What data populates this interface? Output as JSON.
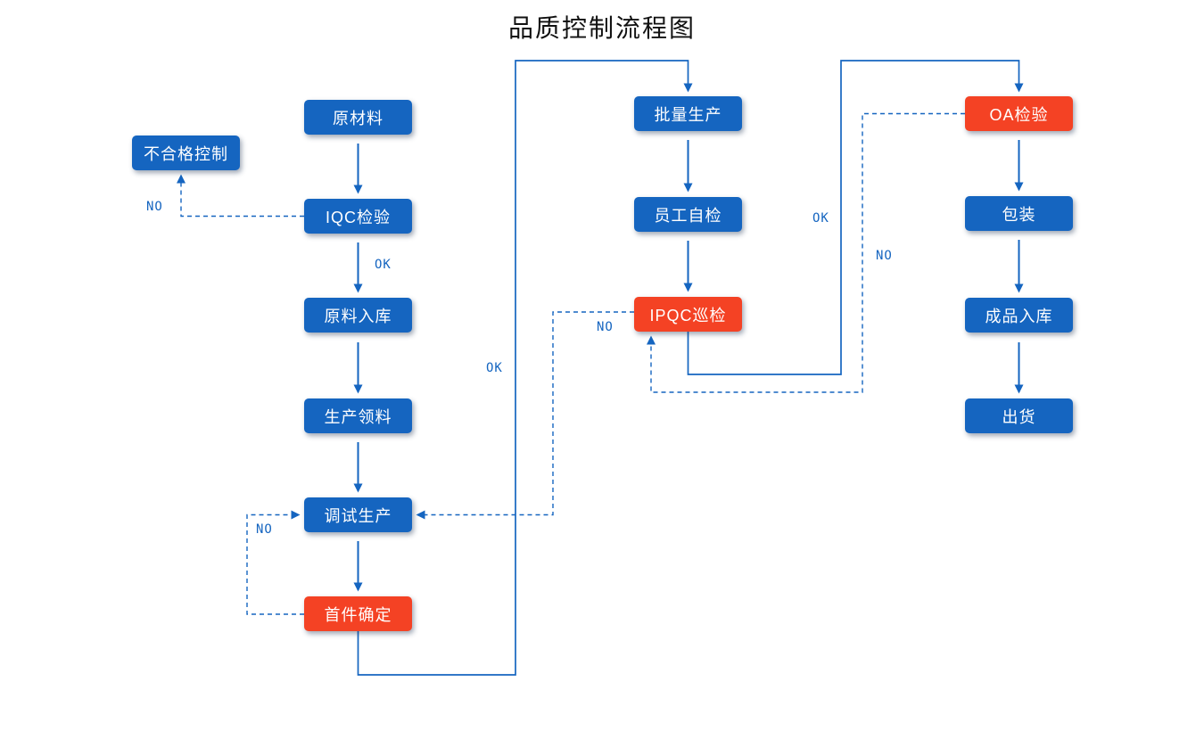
{
  "title": "品质控制流程图",
  "colors": {
    "node_blue": "#1565c0",
    "node_red": "#f44224",
    "line": "#1565c0",
    "node_text": "#ffffff",
    "title_text": "#111111",
    "background": "#ffffff"
  },
  "nodes": {
    "raw_material": {
      "label": "原材料",
      "type": "blue"
    },
    "nonconforming_control": {
      "label": "不合格控制",
      "type": "blue"
    },
    "iqc_inspection": {
      "label": "IQC检验",
      "type": "blue"
    },
    "raw_material_storage": {
      "label": "原料入库",
      "type": "blue"
    },
    "production_picking": {
      "label": "生产领料",
      "type": "blue"
    },
    "trial_production": {
      "label": "调试生产",
      "type": "blue"
    },
    "first_article_confirm": {
      "label": "首件确定",
      "type": "red"
    },
    "mass_production": {
      "label": "批量生产",
      "type": "blue"
    },
    "employee_self_check": {
      "label": "员工自检",
      "type": "blue"
    },
    "ipqc_patrol": {
      "label": "IPQC巡检",
      "type": "red"
    },
    "oa_inspection": {
      "label": "OA检验",
      "type": "red"
    },
    "packaging": {
      "label": "包装",
      "type": "blue"
    },
    "finished_goods_storage": {
      "label": "成品入库",
      "type": "blue"
    },
    "shipment": {
      "label": "出货",
      "type": "blue"
    }
  },
  "edges": {
    "raw_material_to_iqc": {
      "from": "raw_material",
      "to": "iqc_inspection",
      "label": "",
      "style": "solid"
    },
    "iqc_to_raw_storage": {
      "from": "iqc_inspection",
      "to": "raw_material_storage",
      "label": "OK",
      "style": "solid"
    },
    "raw_storage_to_picking": {
      "from": "raw_material_storage",
      "to": "production_picking",
      "label": "",
      "style": "solid"
    },
    "picking_to_trial": {
      "from": "production_picking",
      "to": "trial_production",
      "label": "",
      "style": "solid"
    },
    "trial_to_first_article": {
      "from": "trial_production",
      "to": "first_article_confirm",
      "label": "",
      "style": "solid"
    },
    "first_article_to_mass_production": {
      "from": "first_article_confirm",
      "to": "mass_production",
      "label": "OK",
      "style": "solid"
    },
    "mass_to_self_check": {
      "from": "mass_production",
      "to": "employee_self_check",
      "label": "",
      "style": "solid"
    },
    "self_check_to_ipqc": {
      "from": "employee_self_check",
      "to": "ipqc_patrol",
      "label": "",
      "style": "solid"
    },
    "ipqc_to_oa": {
      "from": "ipqc_patrol",
      "to": "oa_inspection",
      "label": "OK",
      "style": "solid"
    },
    "oa_to_packaging": {
      "from": "oa_inspection",
      "to": "packaging",
      "label": "",
      "style": "solid"
    },
    "packaging_to_finished": {
      "from": "packaging",
      "to": "finished_goods_storage",
      "label": "",
      "style": "solid"
    },
    "finished_to_shipment": {
      "from": "finished_goods_storage",
      "to": "shipment",
      "label": "",
      "style": "solid"
    },
    "iqc_to_nonconforming": {
      "from": "iqc_inspection",
      "to": "nonconforming_control",
      "label": "NO",
      "style": "dashed"
    },
    "first_article_to_trial": {
      "from": "first_article_confirm",
      "to": "trial_production",
      "label": "NO",
      "style": "dashed"
    },
    "ipqc_to_trial": {
      "from": "ipqc_patrol",
      "to": "trial_production",
      "label": "NO",
      "style": "dashed"
    },
    "oa_to_ipqc": {
      "from": "oa_inspection",
      "to": "ipqc_patrol",
      "label": "NO",
      "style": "dashed"
    }
  }
}
